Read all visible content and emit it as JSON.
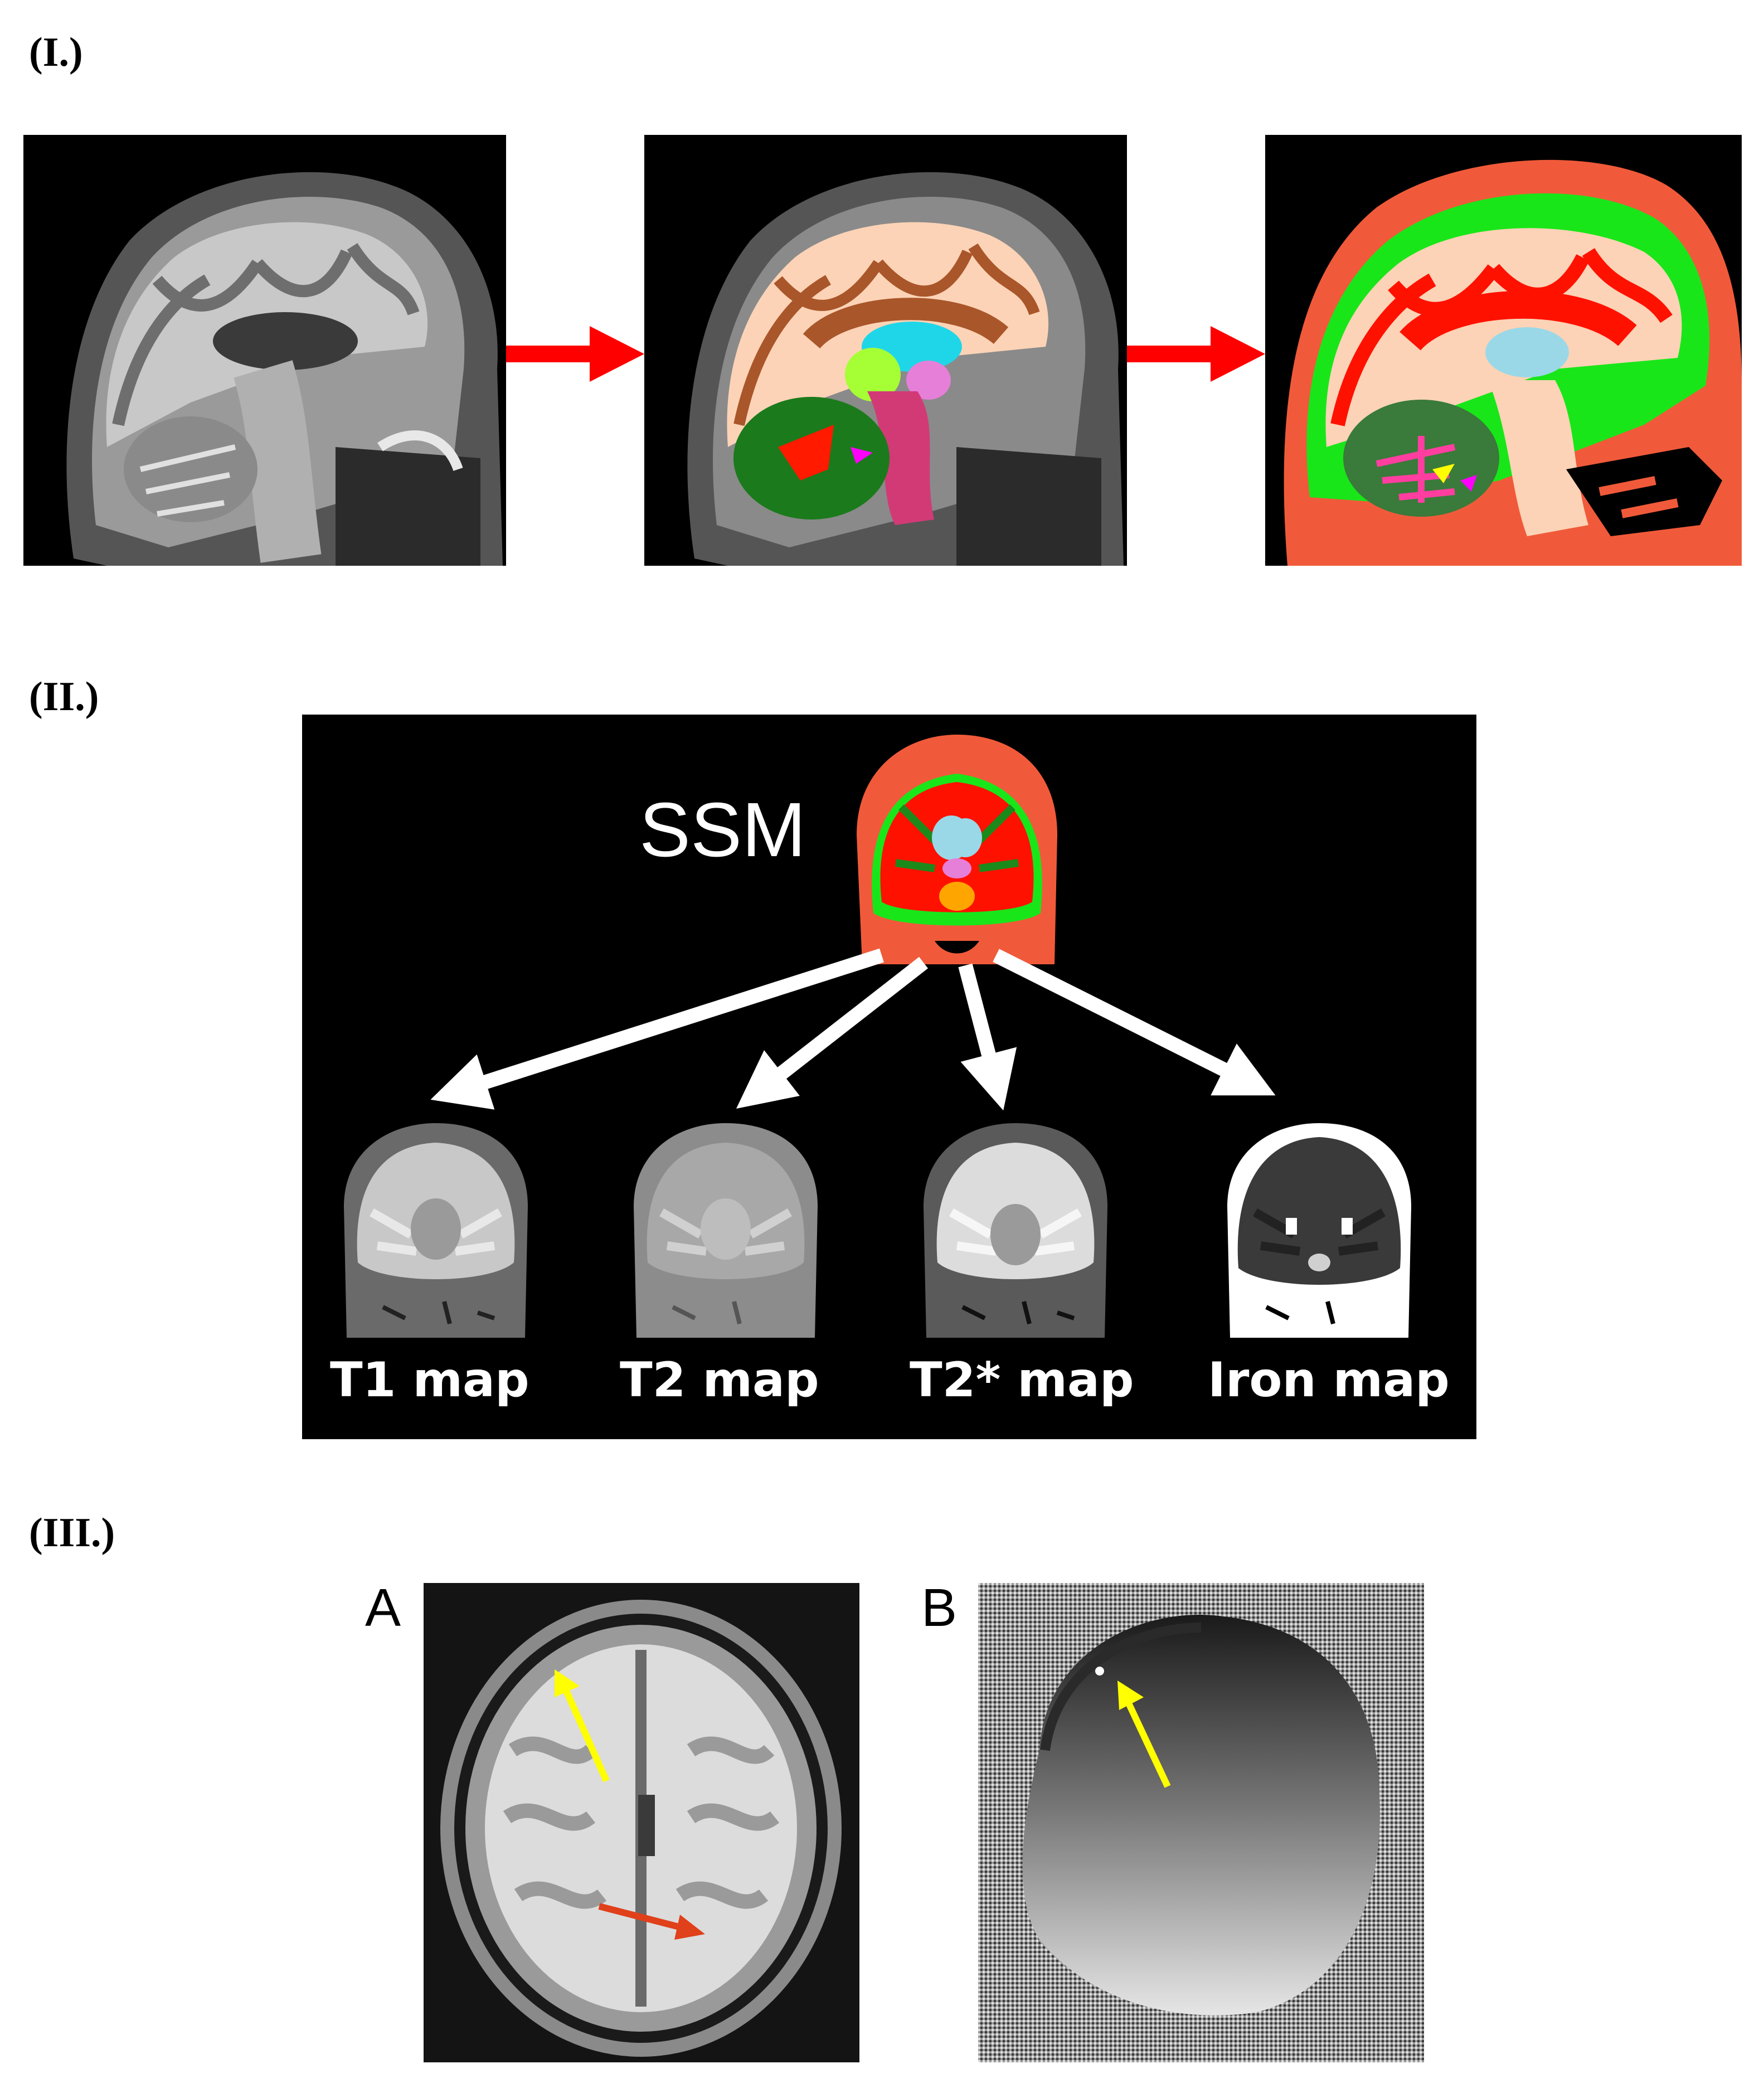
{
  "sections": {
    "s1": {
      "label": "(I.)"
    },
    "s2": {
      "label": "(II.)"
    },
    "s3": {
      "label": "(III.)"
    }
  },
  "section2": {
    "model_label": "SSM",
    "maps": [
      {
        "label": "T1 map"
      },
      {
        "label": "T2 map"
      },
      {
        "label": "T2* map"
      },
      {
        "label": "Iron map"
      }
    ]
  },
  "section3": {
    "panel_a_label": "A",
    "panel_b_label": "B"
  },
  "colors": {
    "flow_arrow": "#ff0000",
    "pointer_yellow": "#ffff00",
    "pointer_red": "#e0401a",
    "label_green": "#19e619",
    "label_red": "#ff1100",
    "label_skin": "#f05a3a",
    "label_cream": "#fcd3b6"
  }
}
